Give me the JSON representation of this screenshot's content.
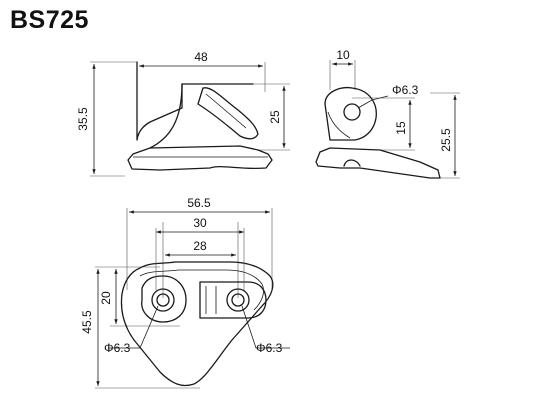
{
  "title": "BS725",
  "dimensions": {
    "side_width": "48",
    "side_height_total": "35.5",
    "side_height_right": "25",
    "end_width": "10",
    "end_hole": "Φ6.3",
    "end_hole_height": "15",
    "end_total_height": "25.5",
    "top_width_total": "56.5",
    "top_width_30": "30",
    "top_width_28": "28",
    "top_height_20": "20",
    "top_height_total": "45.5",
    "top_hole_left": "Φ6.3",
    "top_hole_right": "Φ6.3"
  }
}
